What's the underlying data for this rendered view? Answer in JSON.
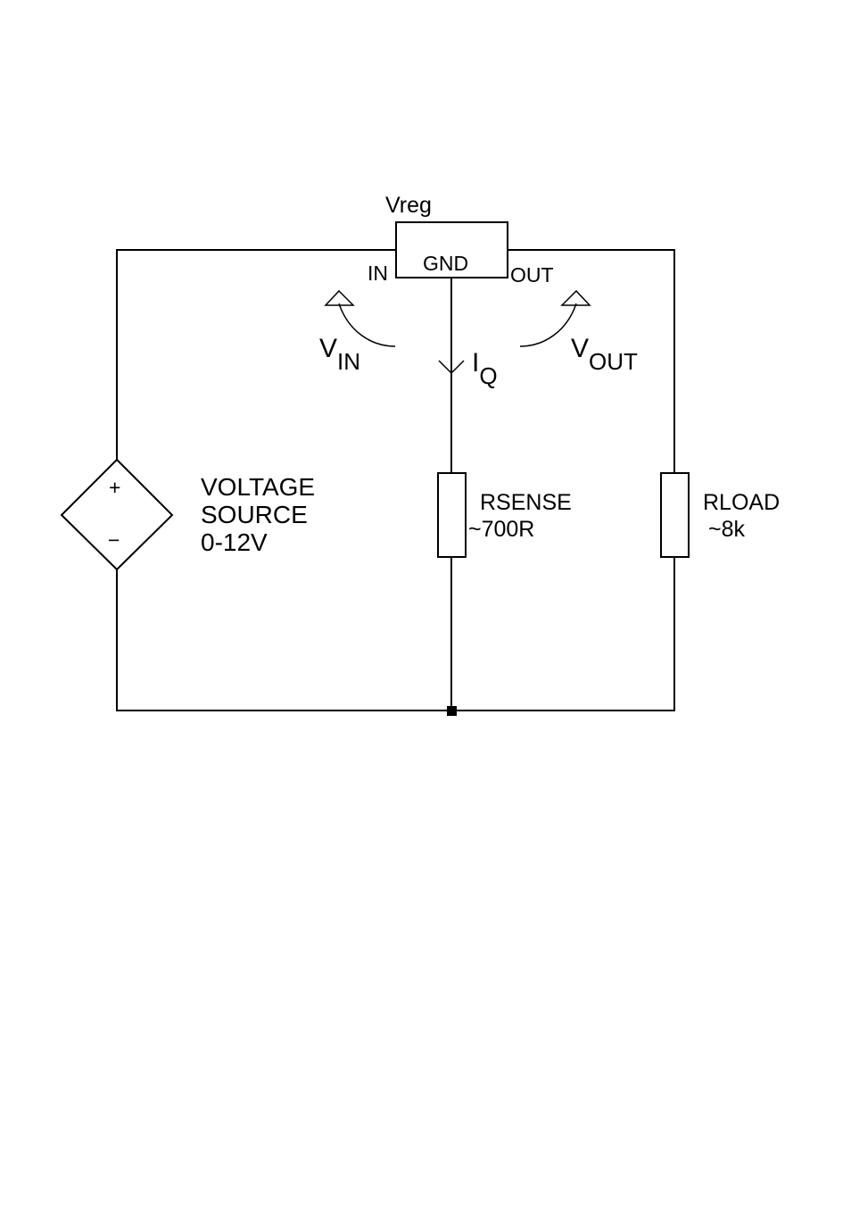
{
  "regulator": {
    "name": "Vreg",
    "pin_in": "IN",
    "pin_gnd": "GND",
    "pin_out": "OUT"
  },
  "annotations": {
    "vin_symbol": "V",
    "vin_sub": "IN",
    "iq_symbol": "I",
    "iq_sub": "Q",
    "vout_symbol": "V",
    "vout_sub": "OUT"
  },
  "source": {
    "plus": "+",
    "minus": "−",
    "label_line1": "VOLTAGE",
    "label_line2": "SOURCE",
    "label_line3": "0-12V"
  },
  "rsense": {
    "name": "RSENSE",
    "value": "~700R"
  },
  "rload": {
    "name": "RLOAD",
    "value": "~8k"
  }
}
